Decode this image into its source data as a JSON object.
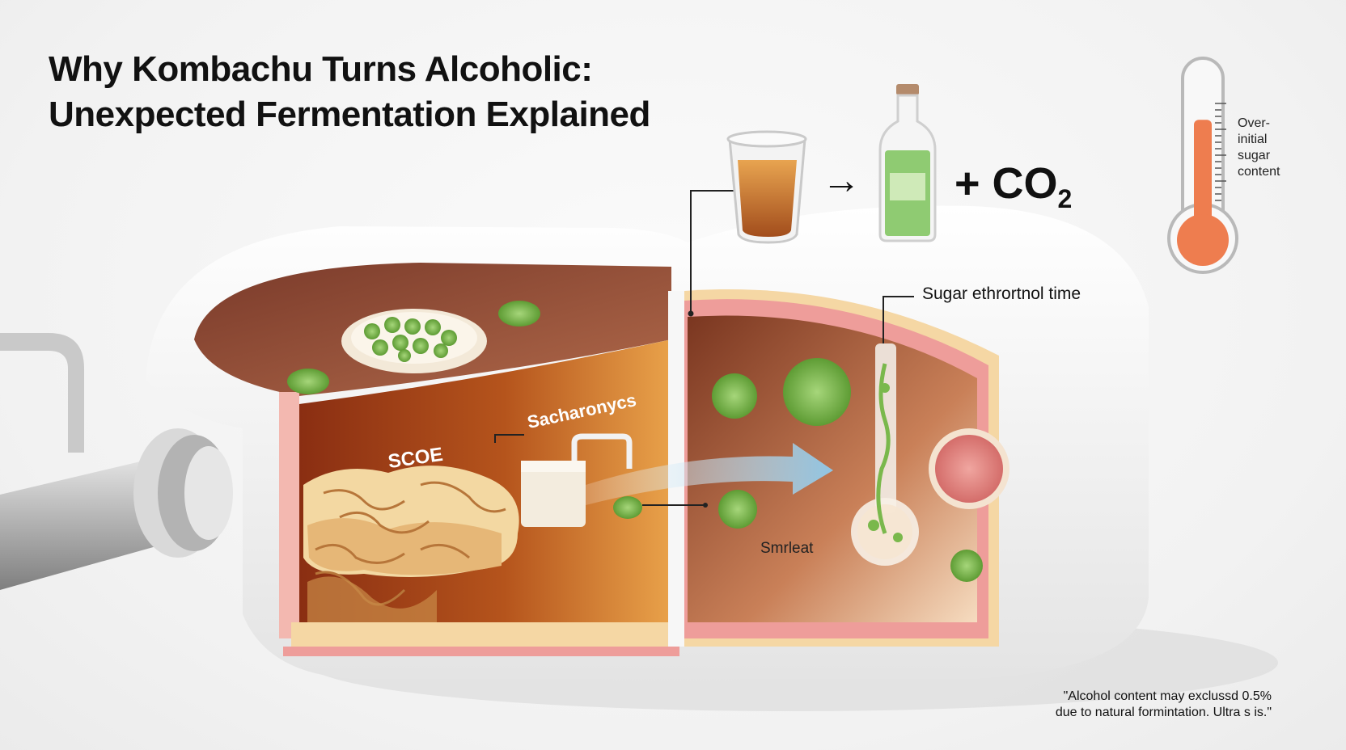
{
  "title": {
    "line1": "Why Kombachu Turns Alcoholic:",
    "line2": "Unexpected Fermentation Explained"
  },
  "labels": {
    "scobe": "SCOE",
    "saccharomyces": "Sacharonycs",
    "sugar_ethanol_time": "Sugar ethrortnol time",
    "sediment": "Smrleat"
  },
  "equation": {
    "arrow": "→",
    "plus_co2": "+ CO",
    "subscript": "2"
  },
  "thermometer": {
    "label_lines": [
      "Over-",
      "initial",
      "sugar",
      "content"
    ],
    "fill_level": 0.7
  },
  "footnote": {
    "line1": "\"Alcohol content may exclussd 0.5%",
    "line2": "due to natural formintation. Ultra s is.\""
  },
  "colors": {
    "tea": "#b5541c",
    "tea_light": "#e9a24a",
    "scoby": "#f3d8a2",
    "yeast_green": "#79b84c",
    "container": "#f7f7f7",
    "rim_pink": "#ee9d9a",
    "thermo_red": "#ee7d4f",
    "bottle_green": "#8fcb72",
    "arrow_blue": "#8ec9ea"
  }
}
